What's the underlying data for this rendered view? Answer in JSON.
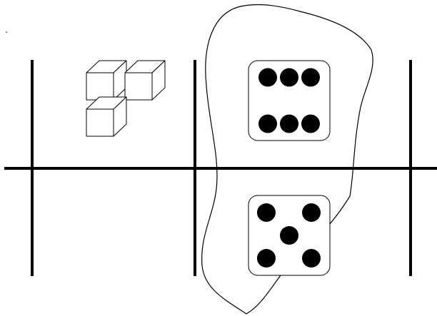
{
  "diagram": {
    "cube_count": 3,
    "dice": [
      {
        "label": "die-six",
        "face_value": 6
      },
      {
        "label": "die-five",
        "face_value": 5
      }
    ],
    "colors": {
      "background": "#ffffff",
      "stroke": "#000000",
      "pip": "#000000"
    }
  }
}
